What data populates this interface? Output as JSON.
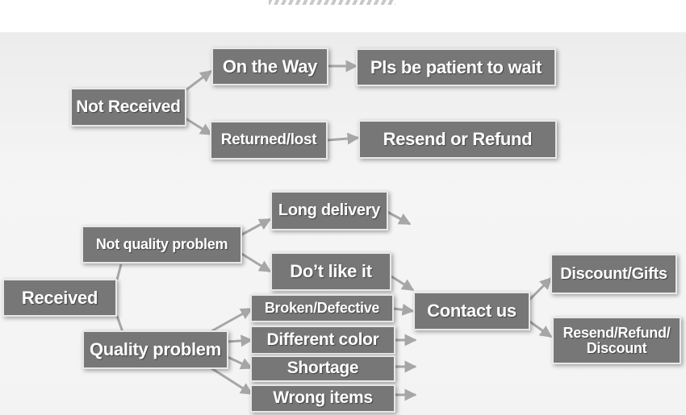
{
  "colors": {
    "box_fill": "#777777",
    "box_border": "#e8e8e8",
    "connector": "#a6a6a6",
    "background": "#f1f1f1"
  },
  "nodes": {
    "not_received": "Not Received",
    "on_the_way": "On the Way",
    "pls_be_patient": "Pls be patient to wait",
    "returned_lost": "Returned/lost",
    "resend_or_refund": "Resend or Refund",
    "received": "Received",
    "not_quality_problem": "Not quality problem",
    "long_delivery": "Long delivery",
    "dont_like_it": "Do’t like it",
    "quality_problem": "Quality problem",
    "broken_defective": "Broken/Defective",
    "different_color": "Different color",
    "shortage": "Shortage",
    "wrong_items": "Wrong items",
    "contact_us": "Contact us",
    "discount_gifts": "Discount/Gifts",
    "resend_refund_discount_line1": "Resend/Refund/",
    "resend_refund_discount_line2": "Discount"
  }
}
